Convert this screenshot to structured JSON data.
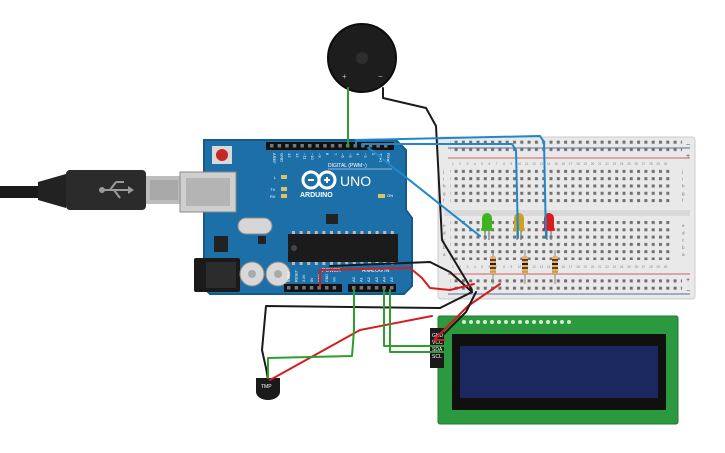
{
  "arduino": {
    "brand": "ARDUINO",
    "model": "UNO",
    "digital_header": "DIGITAL (PWM~)",
    "power_header": "POWER",
    "analog_header": "ANALOG IN",
    "on_label": "ON",
    "led_labels": [
      "L",
      "TX",
      "RX"
    ],
    "digital_pins": [
      "AREF",
      "GND",
      "13",
      "12",
      "~11",
      "~10",
      "~9",
      "8",
      "7",
      "~6",
      "~5",
      "4",
      "~3",
      "2",
      "TX▸1",
      "RX◂0"
    ],
    "power_pins": [
      "IOREF",
      "RESET",
      "3.3V",
      "5V",
      "GND",
      "GND",
      "Vin"
    ],
    "analog_pins": [
      "A0",
      "A1",
      "A2",
      "A3",
      "A4",
      "A5"
    ]
  },
  "buzzer": {
    "plus": "+",
    "minus": "−"
  },
  "breadboard": {
    "row_letters_top": [
      "j",
      "i",
      "h",
      "g",
      "f"
    ],
    "row_letters_bottom": [
      "e",
      "d",
      "c",
      "b",
      "a"
    ],
    "rail_plus": "+",
    "rail_minus": "−",
    "column_numbers": [
      "1",
      "2",
      "3",
      "4",
      "5",
      "6",
      "7",
      "8",
      "9",
      "10",
      "11",
      "12",
      "13",
      "14",
      "15",
      "16",
      "17",
      "18",
      "19",
      "20",
      "21",
      "22",
      "23",
      "24",
      "25",
      "26",
      "27",
      "28",
      "29",
      "30"
    ]
  },
  "leds": [
    {
      "color": "green",
      "fill": "#3cb521"
    },
    {
      "color": "yellow",
      "fill": "#c9a227"
    },
    {
      "color": "red",
      "fill": "#d91c1c"
    }
  ],
  "lcd": {
    "pins": [
      "GND",
      "VCC",
      "SDA",
      "SCL"
    ]
  },
  "temp_sensor": {
    "label": "TMP"
  },
  "colors": {
    "board": "#1d6fa8",
    "board_dark": "#155a8a",
    "wire_green": "#2e9e2e",
    "wire_red": "#d11f1f",
    "wire_black": "#1a1a1a",
    "wire_blue": "#1e88c8",
    "lcd_pcb": "#2b9a3e",
    "lcd_screen": "#1b2860"
  }
}
